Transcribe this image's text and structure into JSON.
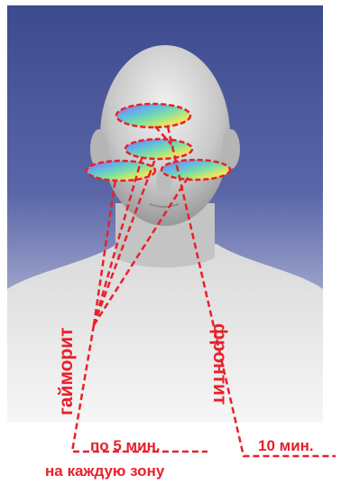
{
  "labels": {
    "maxillary_sinusitis": "гайморит",
    "frontal_sinusitis": "фронтит",
    "five_min": "по 5 мин.",
    "ten_min": "10 мин.",
    "per_zone": "на каждую зону"
  },
  "colors": {
    "accent": "#e8202a",
    "background_top": "#3c4a8e",
    "background_bottom": "#ffffff"
  },
  "zones": [
    {
      "name": "forehead-zone"
    },
    {
      "name": "nose-bridge-zone"
    },
    {
      "name": "left-cheek-zone"
    },
    {
      "name": "right-cheek-zone"
    }
  ]
}
